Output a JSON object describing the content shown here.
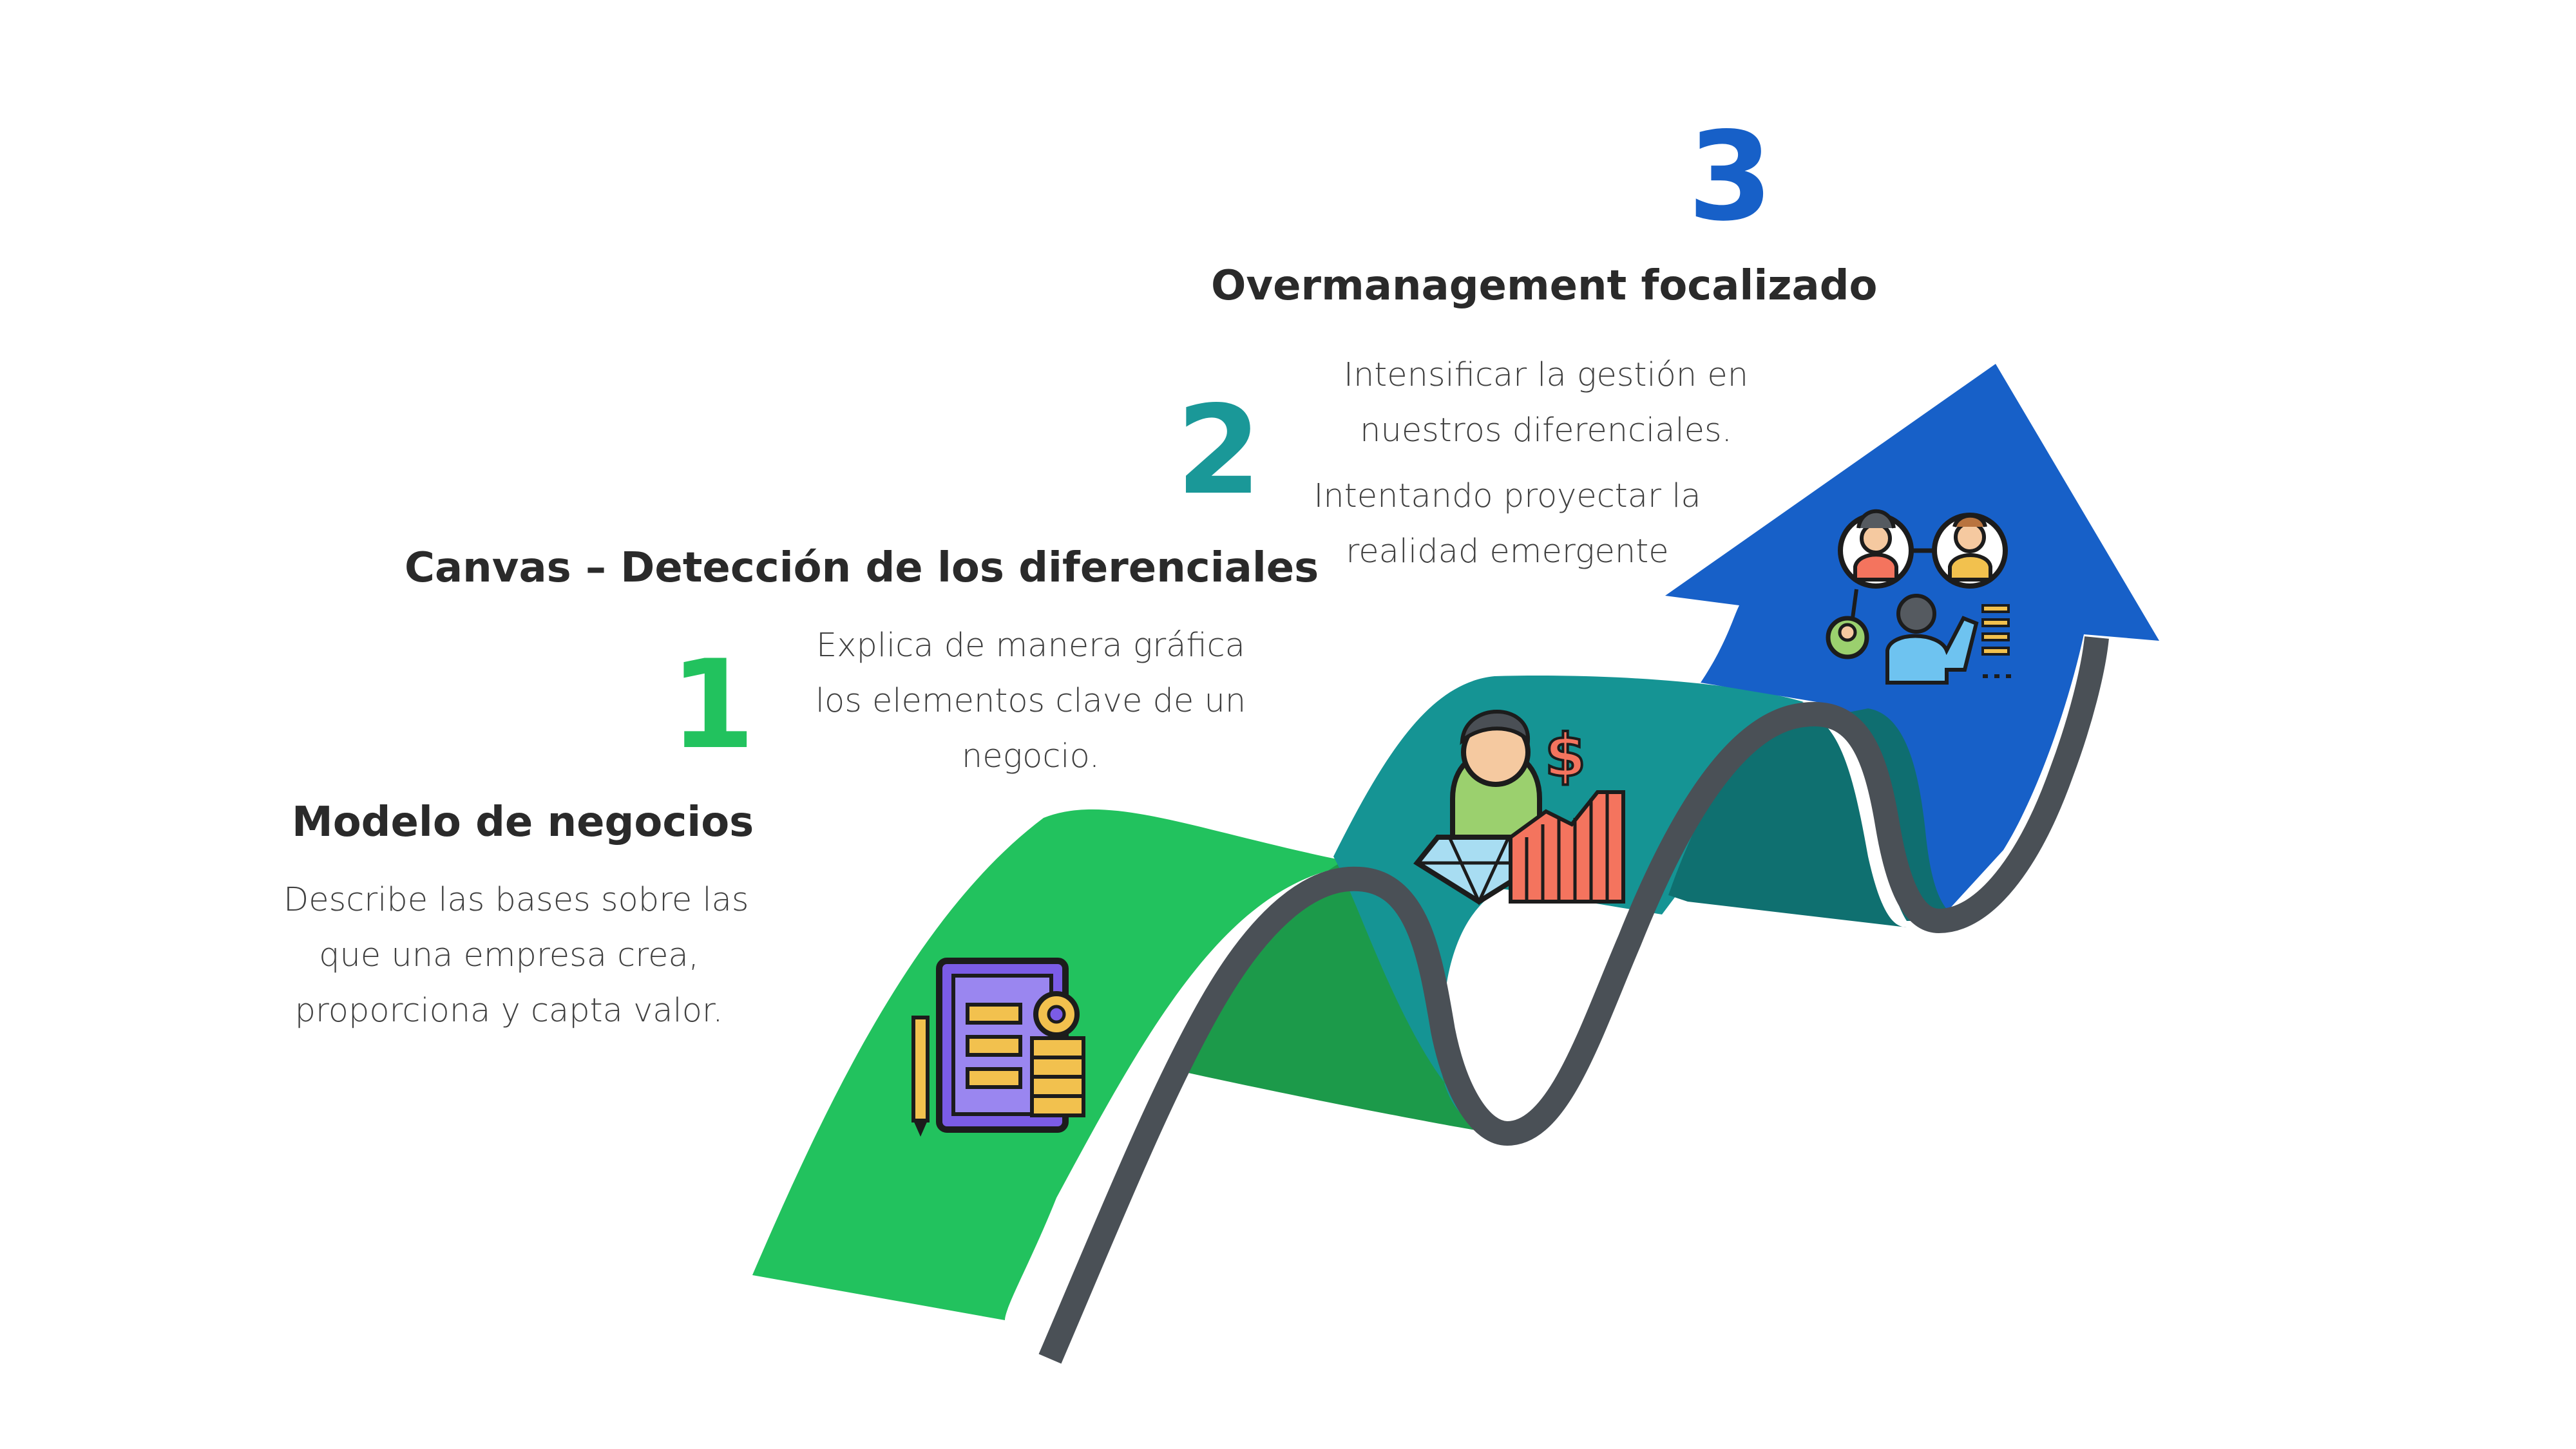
{
  "steps": [
    {
      "number": "1",
      "title": "Modelo de negocios",
      "description": [
        "Describe las bases sobre las",
        "que una empresa crea,",
        "proporciona y capta valor."
      ],
      "color": "#22c25e",
      "icon": "business-model-canvas-icon"
    },
    {
      "number": "2",
      "title": "Canvas – Detección de los diferenciales",
      "description": [
        "Explica de manera gráfica",
        "los elementos clave de un",
        "negocio."
      ],
      "color": "#1a9898",
      "icon": "value-growth-icon"
    },
    {
      "number": "3",
      "title": "Overmanagement focalizado",
      "description": [
        "Intensificar la gestión en",
        "nuestros diferenciales."
      ],
      "extra": [
        "Intentando proyectar la",
        "realidad emergente"
      ],
      "color": "#1760c8",
      "icon": "team-management-icon"
    }
  ],
  "colors": {
    "ribbon_green": "#22c25e",
    "ribbon_teal": "#149393",
    "arrow_blue": "#1760c8",
    "edge_gray": "#4a5056"
  }
}
